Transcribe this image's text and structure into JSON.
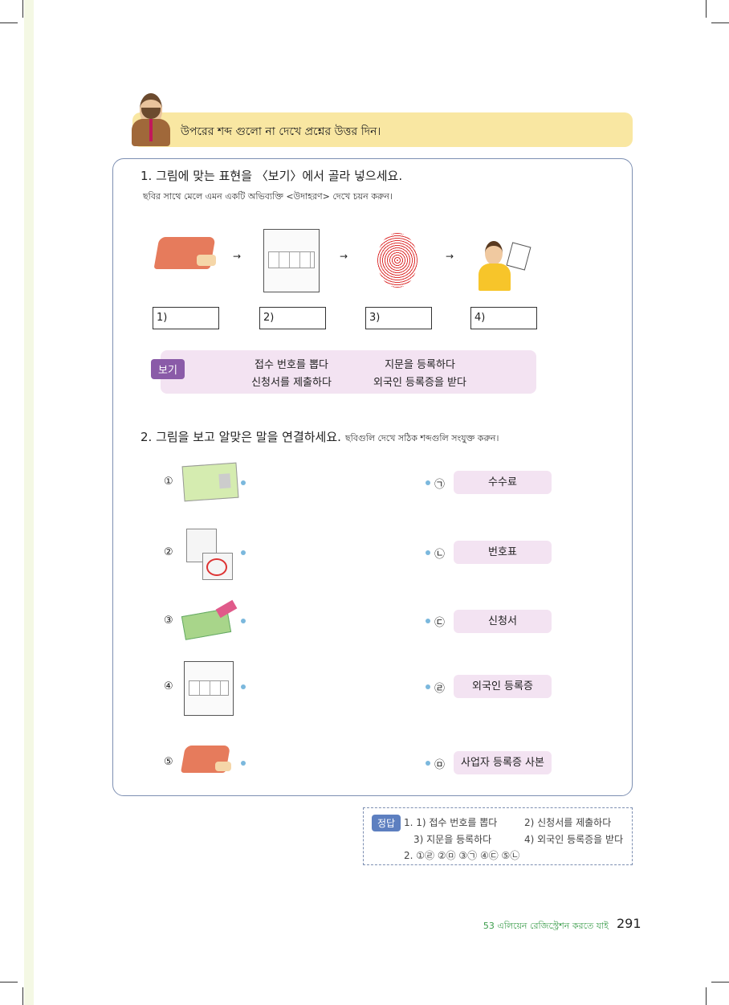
{
  "banner": {
    "text": "উপরের শব্দ গুলো না দেখে প্রশ্নের উত্তর দিন।"
  },
  "q1": {
    "title": "1. 그림에 맞는 표현을 〈보기〉에서 골라 넣으세요.",
    "subtitle": "ছবির সাথে মেলে এমন একটি অভিব্যক্তি <উদাহরণ> দেখে চয়ন করুন।",
    "blanks": [
      "1)",
      "2)",
      "3)",
      "4)"
    ],
    "arrow": "→",
    "bogi_label": "보기",
    "options": [
      "접수 번호를 뽑다",
      "지문을 등록하다",
      "신청서를 제출하다",
      "외국인 등록증을 받다"
    ]
  },
  "q2": {
    "title": "2. 그림을 보고 알맞은 말을 연결하세요.",
    "subtitle": "ছবিগুলি দেখে সঠিক শব্দগুলি সংযুক্ত করুন।",
    "left": [
      "①",
      "②",
      "③",
      "④",
      "⑤"
    ],
    "right": [
      {
        "mark": "㉠",
        "label": "수수료"
      },
      {
        "mark": "㉡",
        "label": "번호표"
      },
      {
        "mark": "㉢",
        "label": "신청서"
      },
      {
        "mark": "㉣",
        "label": "외국인 등록증"
      },
      {
        "mark": "㉤",
        "label": "사업자 등록증 사본"
      }
    ]
  },
  "answers": {
    "badge": "정답",
    "l1": "1. 1) 접수 번호를 뽑다",
    "l1b": "2) 신청서를 제출하다",
    "l2": "3) 지문을 등록하다",
    "l2b": "4) 외국인 등록증을 받다",
    "l3": "2. ①㉣  ②㉤  ③㉠  ④㉢  ⑤㉡"
  },
  "footer": {
    "chapter": "53 এলিয়েন রেজিস্ট্রেশন করতে যাই",
    "page": "291"
  }
}
